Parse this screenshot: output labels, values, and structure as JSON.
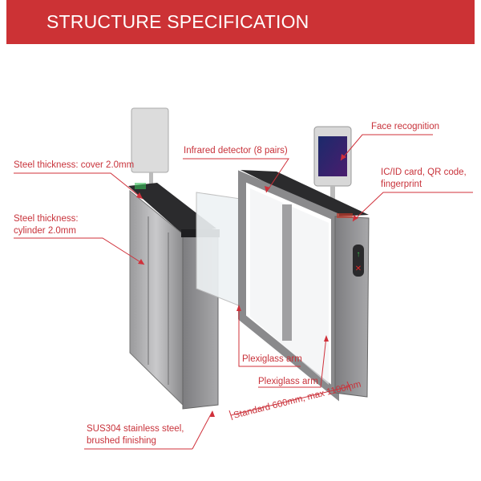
{
  "header": {
    "title": "STRUCTURE SPECIFICATION"
  },
  "labels": {
    "cover": "Steel thickness: cover 2.0mm",
    "cylinder_1": "Steel thickness:",
    "cylinder_2": "cylinder 2.0mm",
    "infrared": "Infrared detector (8  pairs)",
    "face": "Face recognition",
    "card_1": "IC/ID card, QR code,",
    "card_2": "fingerprint",
    "arm_1": "Plexiglass arm",
    "arm_2": "Plexiglass arm",
    "width": "Standard 600mm, max 1100mm",
    "steel_1": "SUS304 stainless steel,",
    "steel_2": "brushed finishing"
  },
  "colors": {
    "banner": "#cc3235",
    "label": "#c8323a"
  }
}
